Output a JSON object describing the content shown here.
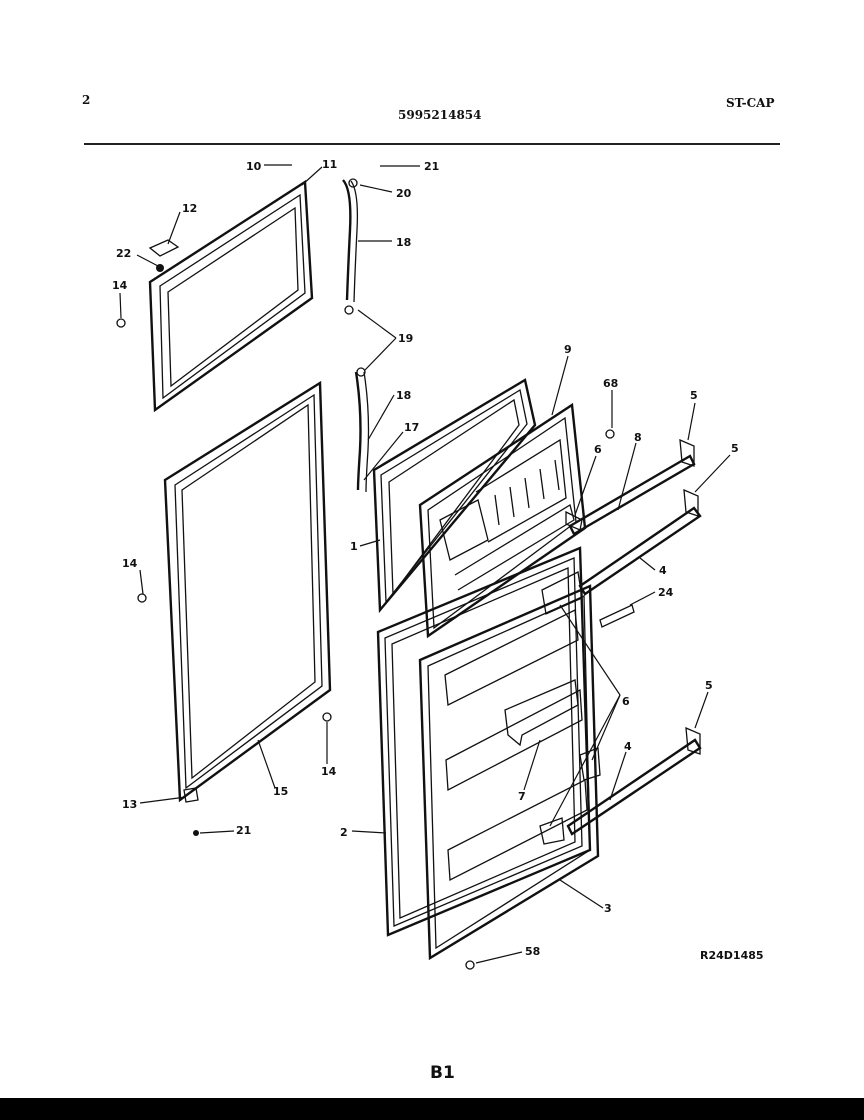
{
  "header": {
    "page_number": "2",
    "part_number": "5995214854",
    "model_code": "ST-CAP"
  },
  "diagram": {
    "callouts": [
      "10",
      "11",
      "21",
      "20",
      "12",
      "22",
      "14",
      "18",
      "19",
      "18",
      "17",
      "9",
      "68",
      "5",
      "6",
      "8",
      "5",
      "1",
      "4",
      "14",
      "24",
      "6",
      "5",
      "14",
      "15",
      "13",
      "21",
      "7",
      "4",
      "2",
      "3",
      "58"
    ],
    "reference_code": "R24D1485"
  },
  "footer": {
    "page_code": "B1"
  }
}
